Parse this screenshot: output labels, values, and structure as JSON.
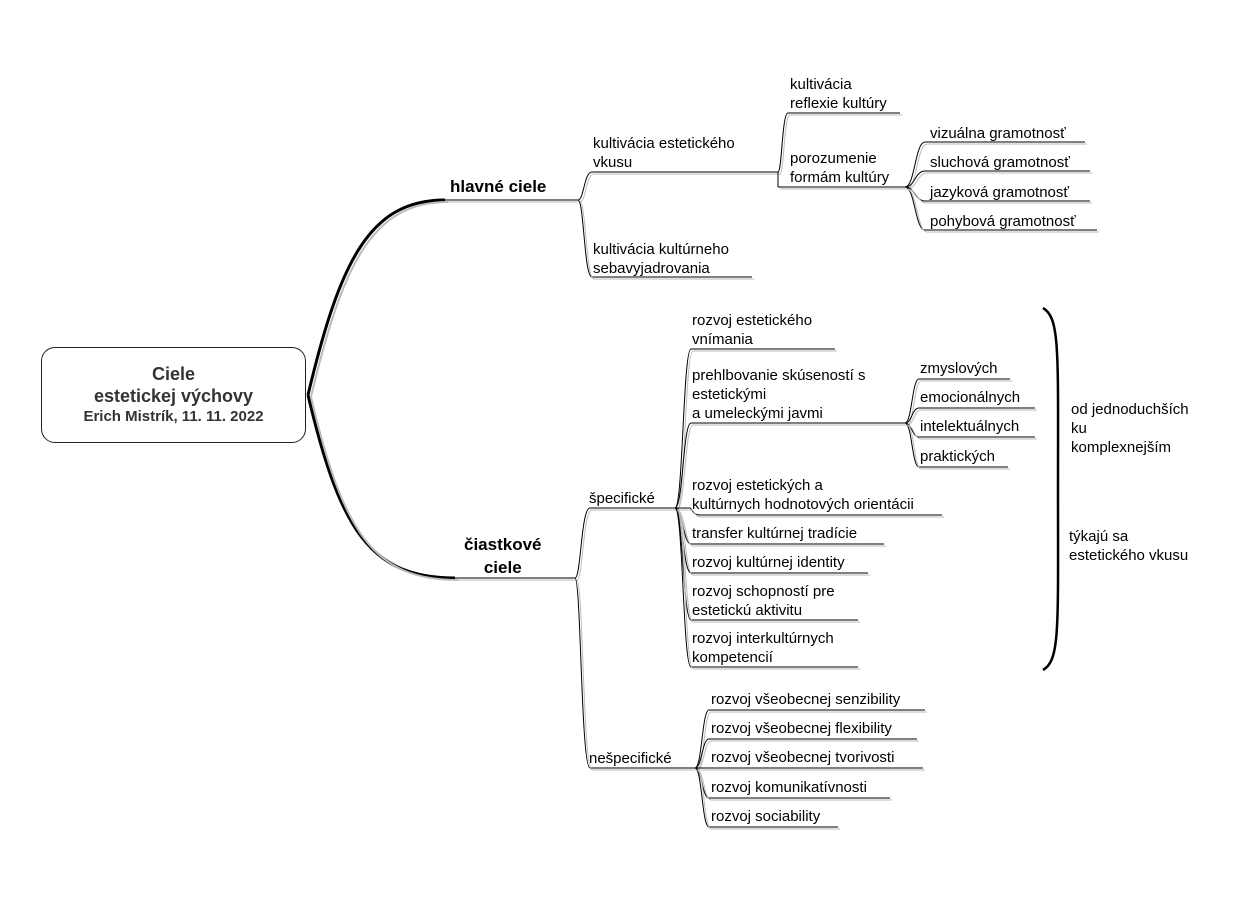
{
  "root": {
    "title": "Ciele",
    "title_line2": "estetickej výchovy",
    "author": "Erich Mistrík, 11. 11. 2022"
  },
  "main": {
    "hlavne": "hlavné ciele",
    "ciastkove": "čiastkové\nciele"
  },
  "hlavne": {
    "kultivacia_vkusu": "kultivácia estetického\nvkusu",
    "kultivacia_sebavyjadrovania": "kultivácia kultúrneho\nsebavyjadrovania",
    "reflexie": "kultivácia\nreflexie kultúry",
    "porozumenie": "porozumenie\nformám kultúry",
    "gramotnosti": [
      "vizuálna gramotnosť",
      "sluchová gramotnosť",
      "jazyková gramotnosť",
      "pohybová gramotnosť"
    ]
  },
  "ciastkove": {
    "specificke": "špecifické",
    "nespecificke": "nešpecifické",
    "specificke_items": [
      "rozvoj estetického\nvnímania",
      "prehlbovanie skúseností s\nestetickými\na umeleckými javmi",
      "rozvoj estetických a\nkultúrnych hodnotových orientácii",
      "transfer kultúrnej tradície",
      "rozvoj kultúrnej identity",
      "rozvoj schopností pre\nestetickú aktivitu",
      "rozvoj interkultúrnych\nkompetencií"
    ],
    "skusenosti_items": [
      "zmyslových",
      "emocionálnych",
      "intelektuálnych",
      "praktických"
    ],
    "nespecificke_items": [
      "rozvoj všeobecnej senzibility",
      "rozvoj všeobecnej flexibility",
      "rozvoj všeobecnej tvorivosti",
      "rozvoj komunikatívnosti",
      "rozvoj sociability"
    ]
  },
  "notes": {
    "jednoduchsich": "od jednoduchších\nku\nkomplexnejším",
    "vkusu": "týkajú sa\nestetického vkusu"
  }
}
